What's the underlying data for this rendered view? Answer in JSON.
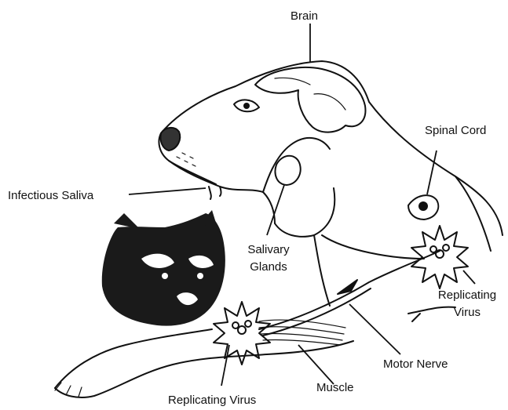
{
  "labels": {
    "brain": "Brain",
    "spinal_cord": "Spinal Cord",
    "infectious_saliva": "Infectious Saliva",
    "salivary_glands_line1": "Salivary",
    "salivary_glands_line2": "Glands",
    "replicating_virus_right_line1": "Replicating",
    "replicating_virus_right_line2": "Virus",
    "motor_nerve": "Motor Nerve",
    "muscle": "Muscle",
    "replicating_virus_bottom": "Replicating Virus"
  },
  "colors": {
    "ink": "#111111",
    "raccoon_fur": "#1a1a1a",
    "background": "#ffffff"
  }
}
